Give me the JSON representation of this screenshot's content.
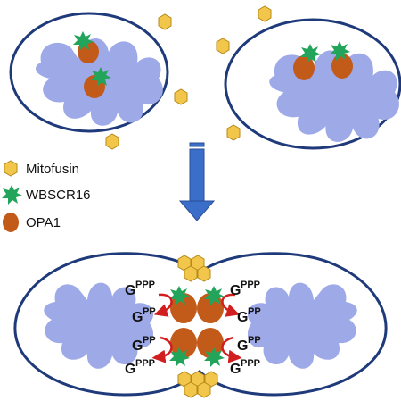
{
  "colors": {
    "membrane": "#1f3a7a",
    "cristae": "#9ea9e8",
    "mitofusin": "#f2c64a",
    "mitofusin_stroke": "#b58a18",
    "wbscr16": "#22a55a",
    "opa1": "#c25a1a",
    "arrow": "#3b6ec9",
    "arrow_stroke": "#2a4f96",
    "gtp_arrow": "#d11f1f"
  },
  "legend": {
    "mitofusin": {
      "label": "Mitofusin",
      "icon": "hexagon-icon"
    },
    "wbscr16": {
      "label": "WBSCR16",
      "icon": "star-icon"
    },
    "opa1": {
      "label": "OPA1",
      "icon": "oval-icon"
    }
  },
  "fusion_labels": {
    "g": "G",
    "ppp": "PPP",
    "pp": "PP"
  }
}
